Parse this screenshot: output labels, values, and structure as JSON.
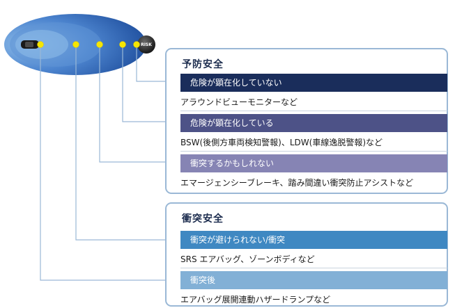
{
  "diagram": {
    "risk_label": "RISK",
    "colors": {
      "ellipse_outer": "#2a62b4",
      "ellipse_inner": "#6fa3dc",
      "dot": "#f5e600",
      "card_border": "#9ab8d6",
      "band_1": "#1a2d5b",
      "band_2": "#4d5287",
      "band_3": "#8684b4",
      "band_4": "#3f88c2",
      "band_5": "#82b0d6"
    }
  },
  "preventive": {
    "title": "予防安全",
    "stages": [
      {
        "band": "危険が顕在化していない",
        "example": "アラウンドビューモニターなど"
      },
      {
        "band": "危険が顕在化している",
        "example": "BSW(後側方車両検知警報)、LDW(車線逸脱警報)など"
      },
      {
        "band": "衝突するかもしれない",
        "example": "エマージェンシーブレーキ、踏み間違い衝突防止アシストなど"
      }
    ]
  },
  "collision": {
    "title": "衝突安全",
    "stages": [
      {
        "band": "衝突が避けられない/衝突",
        "example": "SRS エアバッグ、ゾーンボディなど"
      },
      {
        "band": "衝突後",
        "example": "エアバッグ展開連動ハザードランプなど"
      }
    ]
  }
}
